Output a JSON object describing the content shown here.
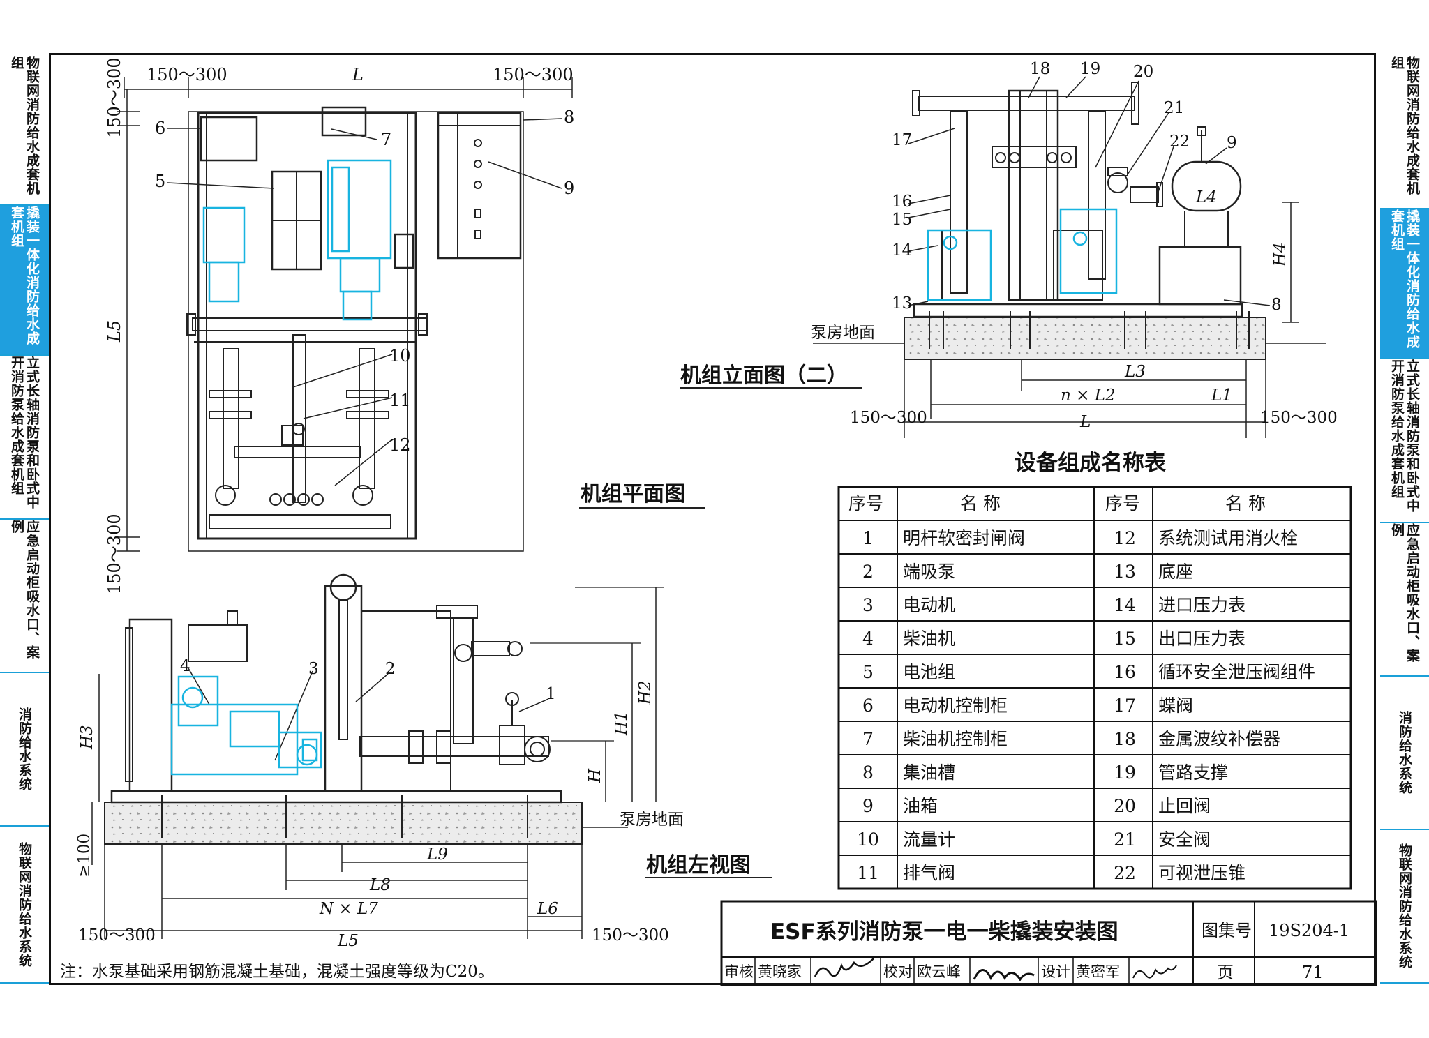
{
  "sidebar_left": [
    {
      "label": "物联网消防给水成套机组",
      "active": false
    },
    {
      "label": "撬装一体化消防给水成套机组",
      "active": true
    },
    {
      "label": "立式长轴消防泵和卧式中开消防泵给水成套机组",
      "active": false
    },
    {
      "label": "应急启动柜吸水口、案例",
      "active": false
    },
    {
      "label": "消防给水系统",
      "active": false
    },
    {
      "label": "物联网消防给水系统",
      "active": false
    }
  ],
  "sidebar_right": [
    {
      "label": "物联网消防给水成套机组",
      "active": false
    },
    {
      "label": "撬装一体化消防给水成套机组",
      "active": true
    },
    {
      "label": "立式长轴消防泵和卧式中开消防泵给水成套机组",
      "active": false
    },
    {
      "label": "应急启动柜吸水口、案例",
      "active": false
    },
    {
      "label": "消防给水系统",
      "active": false
    },
    {
      "label": "物联网消防给水系统",
      "active": false
    }
  ],
  "plan_view": {
    "title": "机组平面图",
    "dims": {
      "top_left": "150～300",
      "top_mid": "L",
      "top_right": "150～300",
      "left_top": "150～300",
      "left_mid": "L5",
      "left_bottom": "150～300"
    },
    "callouts": [
      "6",
      "7",
      "8",
      "5",
      "9",
      "10",
      "11",
      "12"
    ]
  },
  "elevation_view": {
    "title": "机组立面图（二）",
    "floor_label": "泵房地面",
    "dims": {
      "l3": "L3",
      "nl2": "n × L2",
      "l1": "L1",
      "l": "L",
      "left": "150～300",
      "right": "150～300",
      "h4": "H4",
      "l4": "L4"
    },
    "callouts": [
      "18",
      "19",
      "20",
      "21",
      "22",
      "9",
      "17",
      "16",
      "15",
      "14",
      "13",
      "8"
    ]
  },
  "left_view": {
    "title": "机组左视图",
    "floor_label": "泵房地面",
    "dims": {
      "h3": "H3",
      "h1": "H1",
      "h2": "H2",
      "h": "H",
      "ge100": "≥100",
      "l9": "L9",
      "l8": "L8",
      "nl7": "N × L7",
      "l6": "L6",
      "l5": "L5",
      "left": "150～300",
      "right": "150～300"
    },
    "callouts": [
      "4",
      "3",
      "2",
      "1"
    ]
  },
  "table": {
    "title": "设备组成名称表",
    "headers": [
      "序号",
      "名 称",
      "序号",
      "名 称"
    ],
    "rows": [
      [
        "1",
        "明杆软密封闸阀",
        "12",
        "系统测试用消火栓"
      ],
      [
        "2",
        "端吸泵",
        "13",
        "底座"
      ],
      [
        "3",
        "电动机",
        "14",
        "进口压力表"
      ],
      [
        "4",
        "柴油机",
        "15",
        "出口压力表"
      ],
      [
        "5",
        "电池组",
        "16",
        "循环安全泄压阀组件"
      ],
      [
        "6",
        "电动机控制柜",
        "17",
        "蝶阀"
      ],
      [
        "7",
        "柴油机控制柜",
        "18",
        "金属波纹补偿器"
      ],
      [
        "8",
        "集油槽",
        "19",
        "管路支撑"
      ],
      [
        "9",
        "油箱",
        "20",
        "止回阀"
      ],
      [
        "10",
        "流量计",
        "21",
        "安全阀"
      ],
      [
        "11",
        "排气阀",
        "22",
        "可视泄压锥"
      ]
    ]
  },
  "title_block": {
    "title": "ESF系列消防泵一电一柴撬装安装图",
    "atlas_label": "图集号",
    "atlas_no": "19S204-1",
    "page_label": "页",
    "page_no": "71",
    "review_label": "审核",
    "reviewer": "黄晓家",
    "check_label": "校对",
    "checker": "欧云峰",
    "design_label": "设计",
    "designer": "黄密军"
  },
  "note": "注：水泵基础采用钢筋混凝土基础，混凝土强度等级为C20。",
  "colors": {
    "accent": "#1f9fde",
    "equipment": "#18b4e0",
    "line": "#111111"
  }
}
